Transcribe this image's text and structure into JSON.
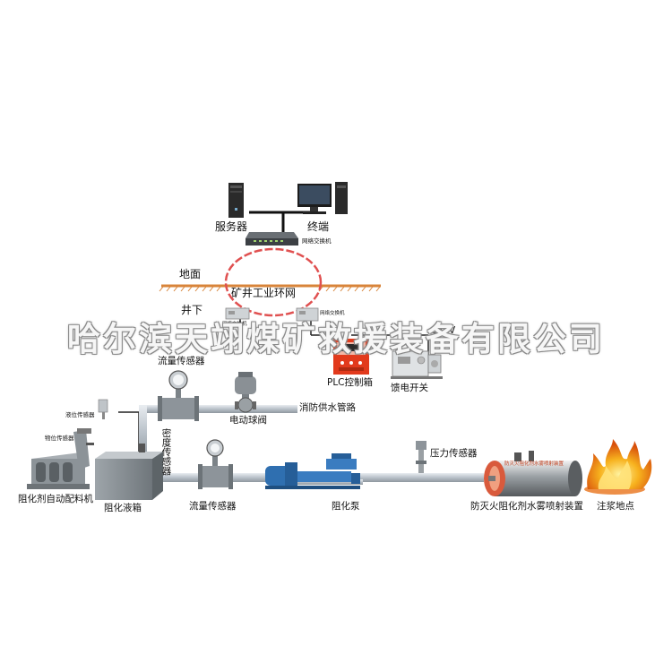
{
  "watermark": "哈尔滨天翊煤矿救援装备有限公司",
  "labels": {
    "server": "服务器",
    "terminal": "终端",
    "switch_top": "网络交换机",
    "ground": "地面",
    "ring": "矿井工业环网",
    "underground": "井下",
    "switch_left": "网络交换机",
    "switch_right": "网络交换机",
    "voltage": "660V",
    "plc": "PLC控制箱",
    "feed_switch": "馈电开关",
    "flow_sensor_top": "流量传感器",
    "electric_valve": "电动球阀",
    "fire_pipe": "消防供水管路",
    "level_sensor": "液位传感器",
    "material_sensor": "物位传感器",
    "density_sensor": "密度传感器",
    "auto_mixer": "阻化剂自动配料机",
    "tank": "阻化液箱",
    "flow_sensor_bottom": "流量传感器",
    "pump": "阻化泵",
    "pressure_sensor": "压力传感器",
    "spray_device": "防灭火阻化剂水雾喷射装置",
    "tank_text": "防灭火阻化剂水雾喷射装置",
    "grout_point": "注浆地点"
  },
  "colors": {
    "ground_line": "#d8843a",
    "ring": "#e05050",
    "pipe": "#b8c0c8",
    "pump": "#2f6fb0",
    "plc": "#e23a1c",
    "tank_body": "#8c9398",
    "fire": "#f09a1a"
  },
  "icons": [
    "server-icon",
    "terminal-icon",
    "switch-icon",
    "plc-box-icon",
    "feed-switch-icon",
    "flow-sensor-icon",
    "ball-valve-icon",
    "level-sensor-icon",
    "mixer-icon",
    "tank-icon",
    "pump-icon",
    "pressure-sensor-icon",
    "spray-tank-icon",
    "fire-icon"
  ]
}
